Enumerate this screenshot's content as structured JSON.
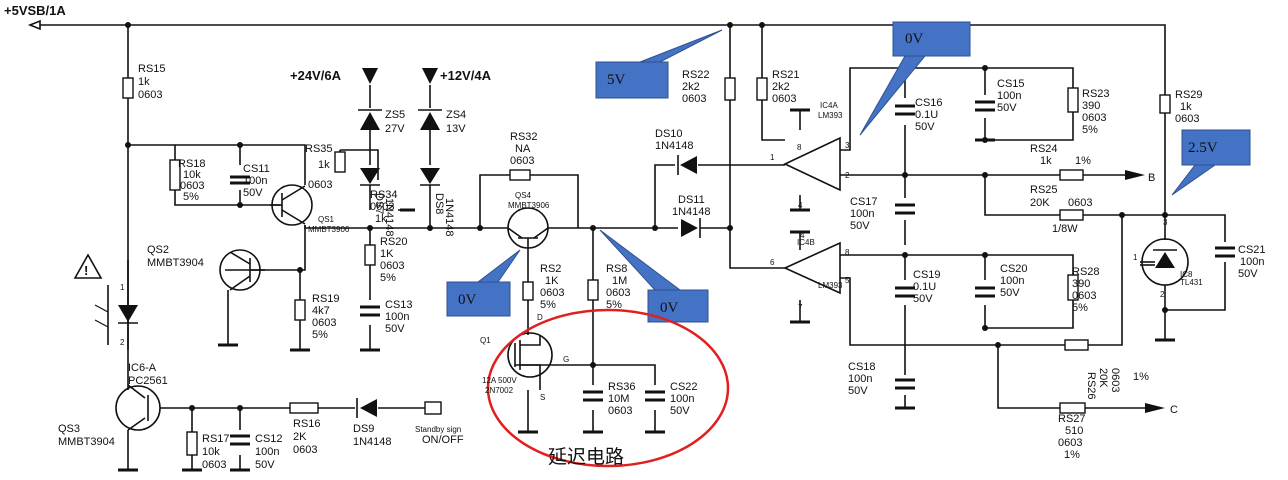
{
  "rails": {
    "vsb": "+5VSB/1A",
    "v24": "+24V/6A",
    "v12": "+12V/4A"
  },
  "callouts": [
    "5V",
    "0V",
    "2.5V",
    "0V",
    "0V"
  ],
  "delay_label": "延迟电路",
  "components": [
    {
      "id": "RS15",
      "l": [
        "RS15",
        "1k",
        "0603"
      ]
    },
    {
      "id": "RS18",
      "l": [
        "RS18",
        "10k",
        "0603",
        "5%"
      ]
    },
    {
      "id": "CS11",
      "l": [
        "CS11",
        "100n",
        "50V"
      ]
    },
    {
      "id": "RS35",
      "l": [
        "RS35",
        "1k"
      ]
    },
    {
      "id": "QS1",
      "l": [
        "0603",
        "QS1",
        "MMBT3906"
      ]
    },
    {
      "id": "ZS5",
      "l": [
        "ZS5",
        "27V"
      ]
    },
    {
      "id": "DS7",
      "l": [
        "DS7",
        "1N4148"
      ]
    },
    {
      "id": "RS34",
      "l": [
        "RS34",
        "0603",
        "1k"
      ]
    },
    {
      "id": "ZS4",
      "l": [
        "ZS4",
        "13V"
      ]
    },
    {
      "id": "DS8",
      "l": [
        "DS8",
        "1N4148"
      ]
    },
    {
      "id": "QS2",
      "l": [
        "QS2",
        "MMBT3904"
      ]
    },
    {
      "id": "RS20",
      "l": [
        "RS20",
        "1K",
        "0603",
        "5%"
      ]
    },
    {
      "id": "RS19",
      "l": [
        "RS19",
        "4k7",
        "0603",
        "5%"
      ]
    },
    {
      "id": "CS13",
      "l": [
        "CS13",
        "100n",
        "50V"
      ]
    },
    {
      "id": "IC6",
      "l": [
        "IC6-A",
        "PC2561"
      ]
    },
    {
      "id": "QS3",
      "l": [
        "QS3",
        "MMBT3904"
      ]
    },
    {
      "id": "RS17",
      "l": [
        "RS17",
        "10k",
        "0603"
      ]
    },
    {
      "id": "CS12",
      "l": [
        "CS12",
        "100n",
        "50V"
      ]
    },
    {
      "id": "RS16",
      "l": [
        "RS16",
        "2K",
        "0603"
      ]
    },
    {
      "id": "DS9",
      "l": [
        "DS9",
        "1N4148"
      ]
    },
    {
      "id": "STBY",
      "l": [
        "Standby sign",
        "ON/OFF"
      ]
    },
    {
      "id": "RS32",
      "l": [
        "RS32",
        "NA",
        "0603"
      ]
    },
    {
      "id": "QS4",
      "l": [
        "QS4",
        "MMBT3906"
      ]
    },
    {
      "id": "RS2",
      "l": [
        "RS2",
        "1K",
        "0603",
        "5%"
      ]
    },
    {
      "id": "RS8",
      "l": [
        "RS8",
        "1M",
        "0603",
        "5%"
      ]
    },
    {
      "id": "Q1",
      "l": [
        "Q1",
        "D",
        "G",
        "S",
        "12A 500V",
        "2N7002"
      ]
    },
    {
      "id": "RS36",
      "l": [
        "RS36",
        "10M",
        "0603"
      ]
    },
    {
      "id": "CS22",
      "l": [
        "CS22",
        "100n",
        "50V"
      ]
    },
    {
      "id": "RS22",
      "l": [
        "RS22",
        "2k2",
        "0603"
      ]
    },
    {
      "id": "RS21",
      "l": [
        "RS21",
        "2k2",
        "0603"
      ]
    },
    {
      "id": "DS10",
      "l": [
        "DS10",
        "1N4148"
      ]
    },
    {
      "id": "DS11",
      "l": [
        "DS11",
        "1N4148"
      ]
    },
    {
      "id": "IC4A",
      "l": [
        "IC4A",
        "LM393",
        "8",
        "3",
        "2",
        "1",
        "4"
      ]
    },
    {
      "id": "CS16",
      "l": [
        "CS16",
        "0.1U",
        "50V"
      ]
    },
    {
      "id": "CS15",
      "l": [
        "CS15",
        "100n",
        "50V"
      ]
    },
    {
      "id": "RS23",
      "l": [
        "RS23",
        "390",
        "0603",
        "5%"
      ]
    },
    {
      "id": "RS24",
      "l": [
        "RS24",
        "1k",
        "1%"
      ]
    },
    {
      "id": "CS17",
      "l": [
        "CS17",
        "100n",
        "50V"
      ]
    },
    {
      "id": "RS25",
      "l": [
        "RS25",
        "20K",
        "0603",
        "1/8W"
      ]
    },
    {
      "id": "RS29",
      "l": [
        "RS29",
        "1k",
        "0603"
      ]
    },
    {
      "id": "IC4B",
      "l": [
        "IC4B",
        "LM393",
        "8",
        "5",
        "6",
        "7",
        "4"
      ]
    },
    {
      "id": "CS19",
      "l": [
        "CS19",
        "0.1U",
        "50V"
      ]
    },
    {
      "id": "CS20",
      "l": [
        "CS20",
        "100n",
        "50V"
      ]
    },
    {
      "id": "RS28",
      "l": [
        "RS28",
        "390",
        "0603",
        "5%"
      ]
    },
    {
      "id": "CS18",
      "l": [
        "CS18",
        "100n",
        "50V"
      ]
    },
    {
      "id": "RS26",
      "l": [
        "RS26",
        "20K",
        "0603",
        "1%"
      ]
    },
    {
      "id": "RS27",
      "l": [
        "RS27",
        "510",
        "0603",
        "1%"
      ]
    },
    {
      "id": "IC8",
      "l": [
        "IC8",
        "TL431",
        "3",
        "1",
        "2"
      ]
    },
    {
      "id": "CS21",
      "l": [
        "CS21",
        "100n",
        "50V"
      ]
    },
    {
      "id": "NODE",
      "l": [
        "B",
        "C",
        "1",
        "2"
      ]
    }
  ]
}
